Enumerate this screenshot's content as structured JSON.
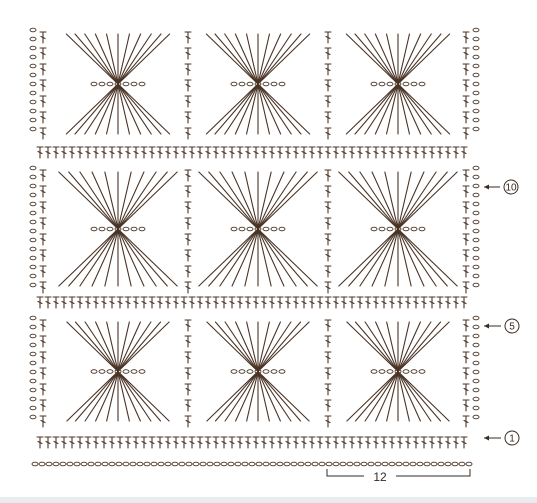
{
  "diagram": {
    "row_markers": [
      {
        "label": "10",
        "row": 10
      },
      {
        "label": "5",
        "row": 5
      },
      {
        "label": "1",
        "row": 1
      }
    ],
    "repeat_label": "12",
    "colors": {
      "ink": "#4a3426",
      "background": "#ffffff",
      "strip": "#e9ecef"
    }
  }
}
